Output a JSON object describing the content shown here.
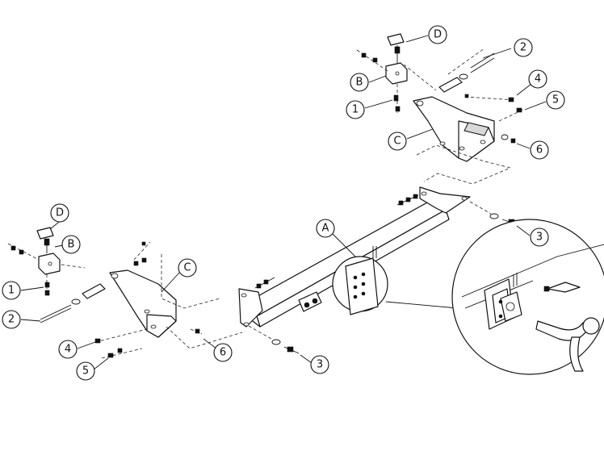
{
  "callouts": {
    "A": "A",
    "B_right": "B",
    "B_left": "B",
    "C_right": "C",
    "C_left": "C",
    "D_right": "D",
    "D_left": "D",
    "p1_right": "1",
    "p1_left": "1",
    "p2_right": "2",
    "p2_left": "2",
    "p3_right": "3",
    "p3_left": "3",
    "p4_right": "4",
    "p4_left": "4",
    "p5_right": "5",
    "p5_left": "5",
    "p6_right": "6",
    "p6_left": "6"
  }
}
